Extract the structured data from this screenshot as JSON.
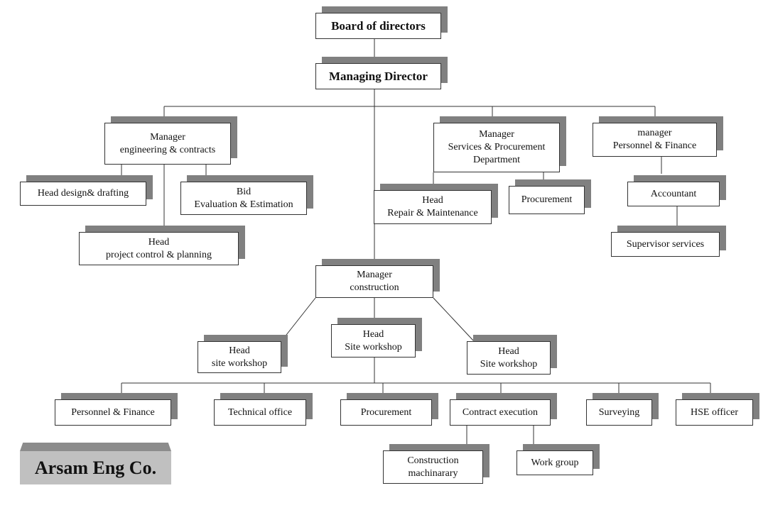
{
  "nodes": {
    "board": [
      "Board of directors"
    ],
    "md": [
      "Managing Director"
    ],
    "mgr_eng": [
      "Manager",
      "engineering & contracts"
    ],
    "head_design": [
      "Head design& drafting"
    ],
    "bid": [
      "Bid",
      "Evaluation & Estimation"
    ],
    "head_pc": [
      "Head",
      "project control & planning"
    ],
    "mgr_services": [
      "Manager",
      "Services & Procurement",
      "Department"
    ],
    "head_repair": [
      "Head",
      "Repair & Maintenance"
    ],
    "procurement_top": [
      "Procurement"
    ],
    "mgr_personnel": [
      "manager",
      "Personnel & Finance"
    ],
    "accountant": [
      "Accountant"
    ],
    "supervisor": [
      "Supervisor services"
    ],
    "mgr_construction": [
      "Manager",
      "construction"
    ],
    "head_ws_left": [
      "Head",
      "site workshop"
    ],
    "head_ws_center": [
      "Head",
      "Site workshop"
    ],
    "head_ws_right": [
      "Head",
      "Site workshop"
    ],
    "personnel_finance": [
      "Personnel & Finance"
    ],
    "technical_office": [
      "Technical office"
    ],
    "procurement_bottom": [
      "Procurement"
    ],
    "contract_execution": [
      "Contract execution"
    ],
    "surveying": [
      "Surveying"
    ],
    "hse": [
      "HSE officer"
    ],
    "construction_machinery": [
      "Construction",
      "machinarary"
    ],
    "work_group": [
      "Work group"
    ]
  },
  "logo": {
    "text": "Arsam Eng Co."
  },
  "colors": {
    "shadow": "#808080",
    "line": "#333333",
    "logo_bg": "#c0c0c0"
  }
}
